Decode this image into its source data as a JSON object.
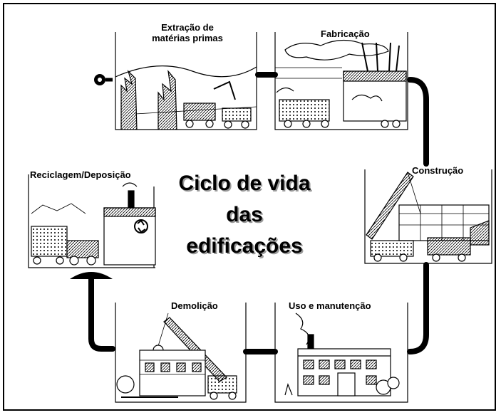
{
  "diagram": {
    "title_lines": [
      "Ciclo de vida",
      "das",
      "edificações"
    ],
    "stages": {
      "extraction": [
        "Extração de",
        "matérias primas"
      ],
      "manufacturing": "Fabricação",
      "construction": "Construção",
      "use": "Uso e manutenção",
      "demolition": "Demolição",
      "recycling": "Reciclagem/Deposição"
    }
  }
}
